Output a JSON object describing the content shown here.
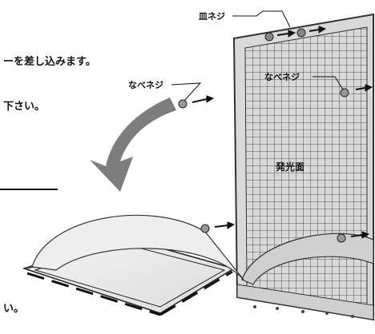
{
  "instructions": {
    "line1": "ーを差し込みます。",
    "line2": "下さい。",
    "line3": "い。"
  },
  "labels": {
    "flat_head_screw": "皿ネジ",
    "pan_head_screw_left": "なべネジ",
    "pan_head_screw_panel": "なべネジ",
    "emitting_surface": "発光面"
  },
  "colors": {
    "grid_line": "#2a2a2a",
    "frame_fill": "#d9d9d9",
    "frame_stroke": "#333333",
    "arrow_gray": "#7d7d7d",
    "mat_border": "#222222"
  }
}
